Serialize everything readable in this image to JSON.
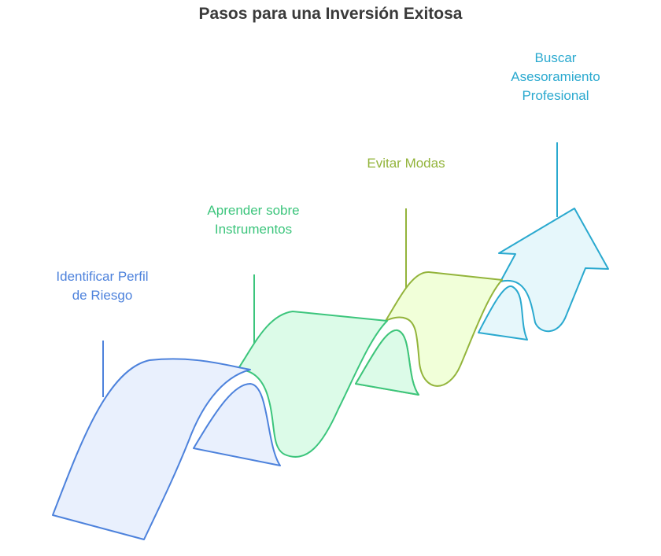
{
  "title": "Pasos para una Inversión Exitosa",
  "colors": {
    "step1": "#4d82dc",
    "step2": "#3cc57c",
    "step3": "#93b43b",
    "step4": "#2aa9cf"
  },
  "steps": [
    {
      "lines": [
        "Identificar Perfil",
        "de Riesgo"
      ]
    },
    {
      "lines": [
        "Aprender sobre",
        "Instrumentos"
      ]
    },
    {
      "lines": [
        "Evitar Modas"
      ]
    },
    {
      "lines": [
        "Buscar",
        "Asesoramiento",
        "Profesional"
      ]
    }
  ]
}
